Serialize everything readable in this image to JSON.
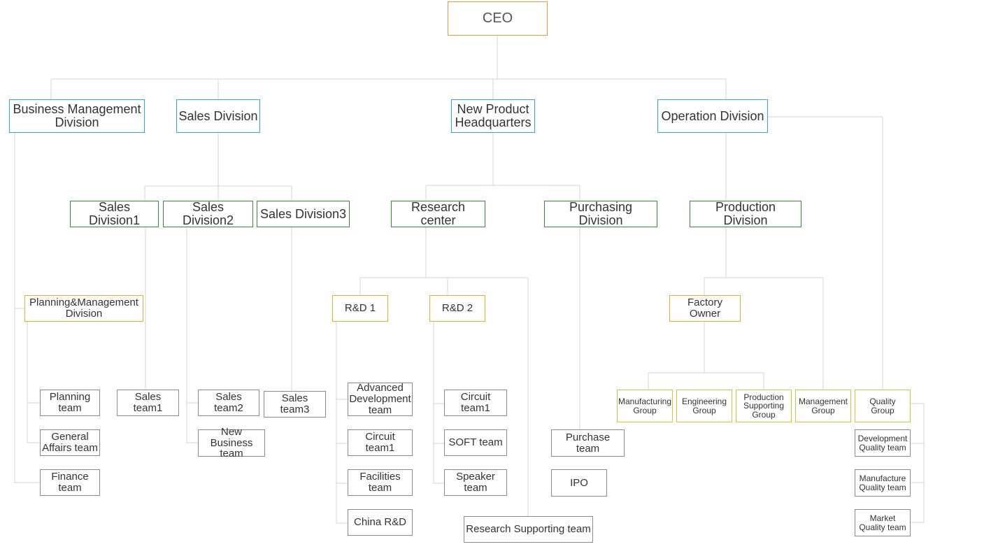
{
  "ceo": "CEO",
  "divisions": {
    "business_management": "Business Management Division",
    "sales": "Sales Division",
    "new_product": "New Product Headquarters",
    "operation": "Operation Division"
  },
  "sub_divisions": {
    "sales1": "Sales Division1",
    "sales2": "Sales Division2",
    "sales3": "Sales Division3",
    "research_center": "Research center",
    "purchasing": "Purchasing Division",
    "production": "Production Division"
  },
  "mid": {
    "planning_management": "Planning&Management Division",
    "rd1": "R&D 1",
    "rd2": "R&D 2",
    "factory_owner": "Factory Owner"
  },
  "groups": {
    "manufacturing": "Manufacturing Group",
    "engineering": "Engineering Group",
    "production_supporting": "Production Supporting Group",
    "management": "Management Group",
    "quality": "Quality Group"
  },
  "teams": {
    "planning": "Planning team",
    "general_affairs": "General Affairs team",
    "finance": "Finance team",
    "sales_team1": "Sales team1",
    "sales_team2": "Sales team2",
    "new_business": "New Business team",
    "sales_team3": "Sales team3",
    "advanced_dev": "Advanced Development team",
    "circuit_team1_rd1": "Circuit team1",
    "facilities": "Facilities team",
    "china_rd": "China R&D",
    "circuit_team1_rd2": "Circuit team1",
    "soft": "SOFT team",
    "speaker": "Speaker team",
    "research_supporting": "Research Supporting team",
    "purchase": "Purchase team",
    "ipo": "IPO",
    "dev_quality": "Development Quality team",
    "manufacture_quality": "Manufacture Quality team",
    "market_quality": "Market Quality team"
  }
}
